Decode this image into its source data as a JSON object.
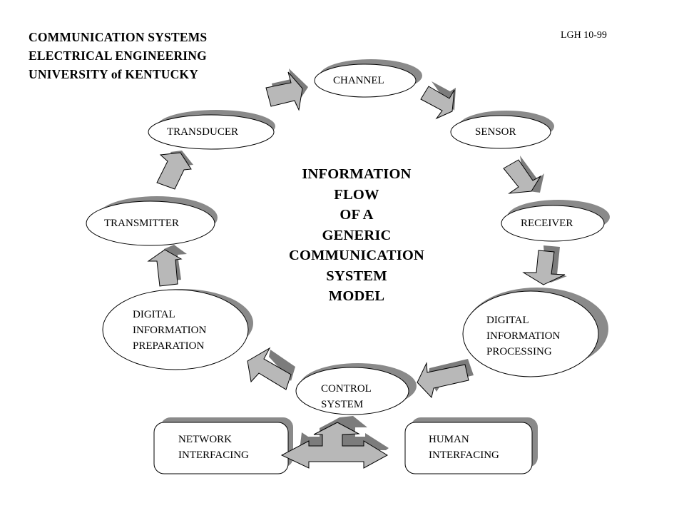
{
  "header": {
    "lines": [
      "COMMUNICATION SYSTEMS",
      "ELECTRICAL ENGINEERING",
      "UNIVERSITY of KENTUCKY"
    ],
    "reference": "LGH 10-99"
  },
  "center_title": [
    "INFORMATION",
    "FLOW",
    "OF A",
    "GENERIC",
    "COMMUNICATION",
    "SYSTEM",
    "MODEL"
  ],
  "nodes": {
    "channel": [
      "CHANNEL"
    ],
    "sensor": [
      "SENSOR"
    ],
    "receiver": [
      "RECEIVER"
    ],
    "digital_processing": [
      "DIGITAL",
      "INFORMATION",
      "PROCESSING"
    ],
    "control_system": [
      "CONTROL",
      "SYSTEM"
    ],
    "digital_preparation": [
      "DIGITAL",
      "INFORMATION",
      "PREPARATION"
    ],
    "transmitter": [
      "TRANSMITTER"
    ],
    "transducer": [
      "TRANSDUCER"
    ],
    "network_interfacing": [
      "NETWORK",
      "INTERFACING"
    ],
    "human_interfacing": [
      "HUMAN",
      "INTERFACING"
    ]
  },
  "flow_order": [
    "transducer",
    "channel",
    "sensor",
    "receiver",
    "digital_processing",
    "control_system",
    "digital_preparation",
    "transmitter",
    "transducer"
  ],
  "colors": {
    "shadow": "#8a8a8a",
    "arrow_fill": "#b8b8b8",
    "arrow_shadow": "#7c7c7c",
    "outline": "#000000",
    "background": "#ffffff"
  }
}
